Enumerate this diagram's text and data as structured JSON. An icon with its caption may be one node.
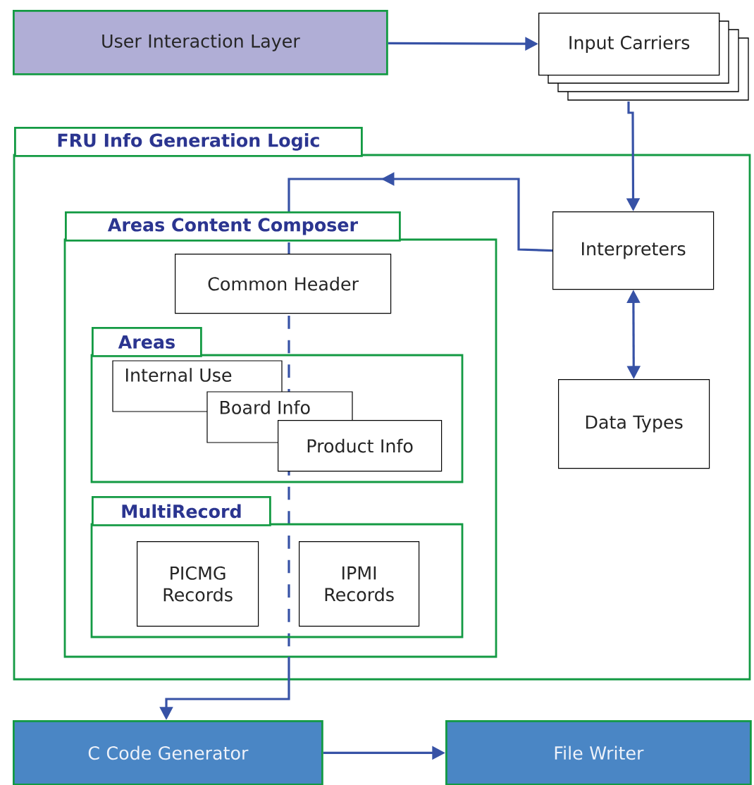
{
  "diagram": {
    "nodes": [
      {
        "text": [
          "User Interaction Layer"
        ]
      },
      {
        "text": [
          "Input Carriers"
        ]
      },
      {
        "text": [
          "FRU Info Generation Logic"
        ]
      },
      {
        "text": [
          "Areas Content Composer"
        ],
        "in": 2
      },
      {
        "text": [
          "Common Header"
        ],
        "in": 3
      },
      {
        "text": [
          "Areas"
        ],
        "in": 3
      },
      {
        "text": [
          "Internal Use"
        ],
        "in": 5
      },
      {
        "text": [
          "Board Info"
        ],
        "in": 5
      },
      {
        "text": [
          "Product Info"
        ],
        "in": 5
      },
      {
        "text": [
          "MultiRecord"
        ],
        "in": 3
      },
      {
        "text": [
          "PICMG Records"
        ],
        "in": 9
      },
      {
        "text": [
          "IPMI Records"
        ],
        "in": 9
      },
      {
        "text": [
          "Interpreters"
        ],
        "in": 2
      },
      {
        "text": [
          "Data Types"
        ],
        "in": 2
      },
      {
        "text": [
          "C Code Generator"
        ]
      },
      {
        "text": [
          "File Writer"
        ]
      }
    ],
    "edges": [
      {
        "from": 0,
        "to": 1,
        "arrow": "to"
      },
      {
        "from": 1,
        "to": 12,
        "arrow": "to"
      },
      {
        "from": 12,
        "to": 3,
        "arrow": "to"
      },
      {
        "from": 12,
        "to": 13,
        "arrow": "both"
      },
      {
        "from": 3,
        "to": 14,
        "arrow": "to"
      },
      {
        "from": 14,
        "to": 15,
        "arrow": "to"
      }
    ]
  }
}
